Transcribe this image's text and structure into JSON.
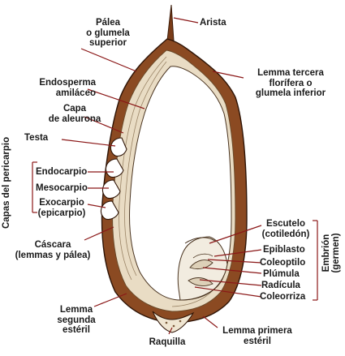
{
  "labels": {
    "arista": "Arista",
    "palea": [
      "Pálea",
      "o glumela",
      "superior"
    ],
    "lemma_tercera": [
      "Lemma tercera",
      "florífera o",
      "glumela inferior"
    ],
    "endosperma": [
      "Endosperma",
      "amiláceo"
    ],
    "aleurona": [
      "Capa",
      "de aleurona"
    ],
    "testa": "Testa",
    "endocarpio": "Endocarpio",
    "mesocarpio": "Mesocarpio",
    "exocarpio": [
      "Exocarpio",
      "(epicarpio)"
    ],
    "capas_pericarpio": "Capas del pericarpio",
    "cascara": [
      "Cáscara",
      "(lemmas y pálea)"
    ],
    "lemma_segunda": [
      "Lemma",
      "segunda",
      "estéril"
    ],
    "raquilla": "Raquilla",
    "lemma_primera": [
      "Lemma primera",
      "estéril"
    ],
    "escutelo": [
      "Escutelo",
      "(cotiledón)"
    ],
    "epiblasto": "Epiblasto",
    "coleoptilo": "Coleoptilo",
    "plumula": "Plúmula",
    "radicula": "Radícula",
    "coleorriza": "Coleorriza",
    "embrion": [
      "Embrión",
      "(germen)"
    ]
  },
  "colors": {
    "hull": "#8b4a22",
    "hull_dark": "#5e2e12",
    "label_line": "#8b1818",
    "white": "#ffffff"
  }
}
